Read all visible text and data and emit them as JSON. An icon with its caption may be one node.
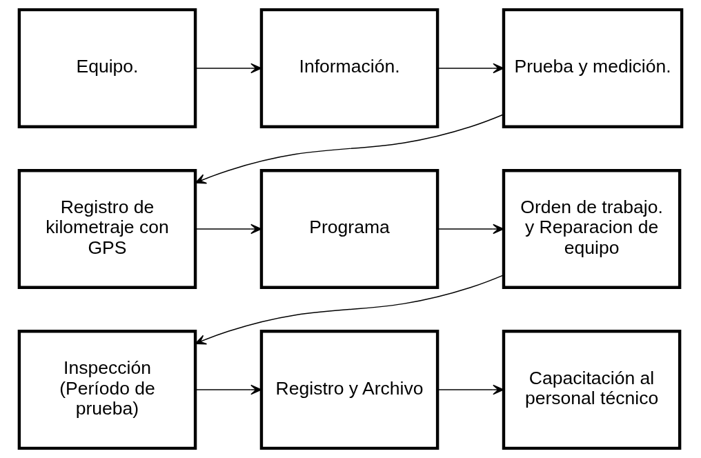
{
  "diagram": {
    "nodes": [
      {
        "text": [
          "Equipo."
        ]
      },
      {
        "text": [
          "Información."
        ]
      },
      {
        "text": [
          "Prueba y medición."
        ]
      },
      {
        "text": [
          "Registro de kilometraje con GPS"
        ]
      },
      {
        "text": [
          "Programa"
        ]
      },
      {
        "text": [
          "Orden de trabajo. y Reparacion de equipo"
        ]
      },
      {
        "text": [
          "Inspección (Período de prueba)"
        ]
      },
      {
        "text": [
          "Registro y Archivo"
        ]
      },
      {
        "text": [
          "Capacitación al personal técnico"
        ]
      }
    ],
    "edges": [
      {
        "from": 0,
        "to": 1,
        "arrow": "to"
      },
      {
        "from": 1,
        "to": 2,
        "arrow": "to"
      },
      {
        "from": 2,
        "to": 3,
        "arrow": "to"
      },
      {
        "from": 3,
        "to": 4,
        "arrow": "to"
      },
      {
        "from": 4,
        "to": 5,
        "arrow": "to"
      },
      {
        "from": 5,
        "to": 6,
        "arrow": "to"
      },
      {
        "from": 6,
        "to": 7,
        "arrow": "to"
      },
      {
        "from": 7,
        "to": 8,
        "arrow": "to"
      }
    ]
  }
}
